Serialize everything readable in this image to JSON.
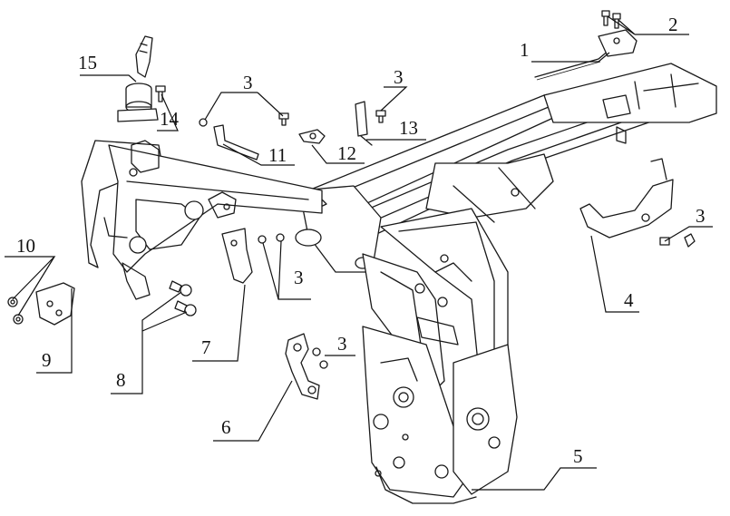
{
  "callouts": [
    {
      "id": "c1",
      "label": "1"
    },
    {
      "id": "c2",
      "label": "2"
    },
    {
      "id": "c3a",
      "label": "3"
    },
    {
      "id": "c3b",
      "label": "3"
    },
    {
      "id": "c3c",
      "label": "3"
    },
    {
      "id": "c3d",
      "label": "3"
    },
    {
      "id": "c3e",
      "label": "3"
    },
    {
      "id": "c4",
      "label": "4"
    },
    {
      "id": "c5",
      "label": "5"
    },
    {
      "id": "c6",
      "label": "6"
    },
    {
      "id": "c7",
      "label": "7"
    },
    {
      "id": "c8",
      "label": "8"
    },
    {
      "id": "c9",
      "label": "9"
    },
    {
      "id": "c10",
      "label": "10"
    },
    {
      "id": "c11",
      "label": "11"
    },
    {
      "id": "c12",
      "label": "12"
    },
    {
      "id": "c13",
      "label": "13"
    },
    {
      "id": "c14",
      "label": "14"
    },
    {
      "id": "c15",
      "label": "15"
    }
  ]
}
